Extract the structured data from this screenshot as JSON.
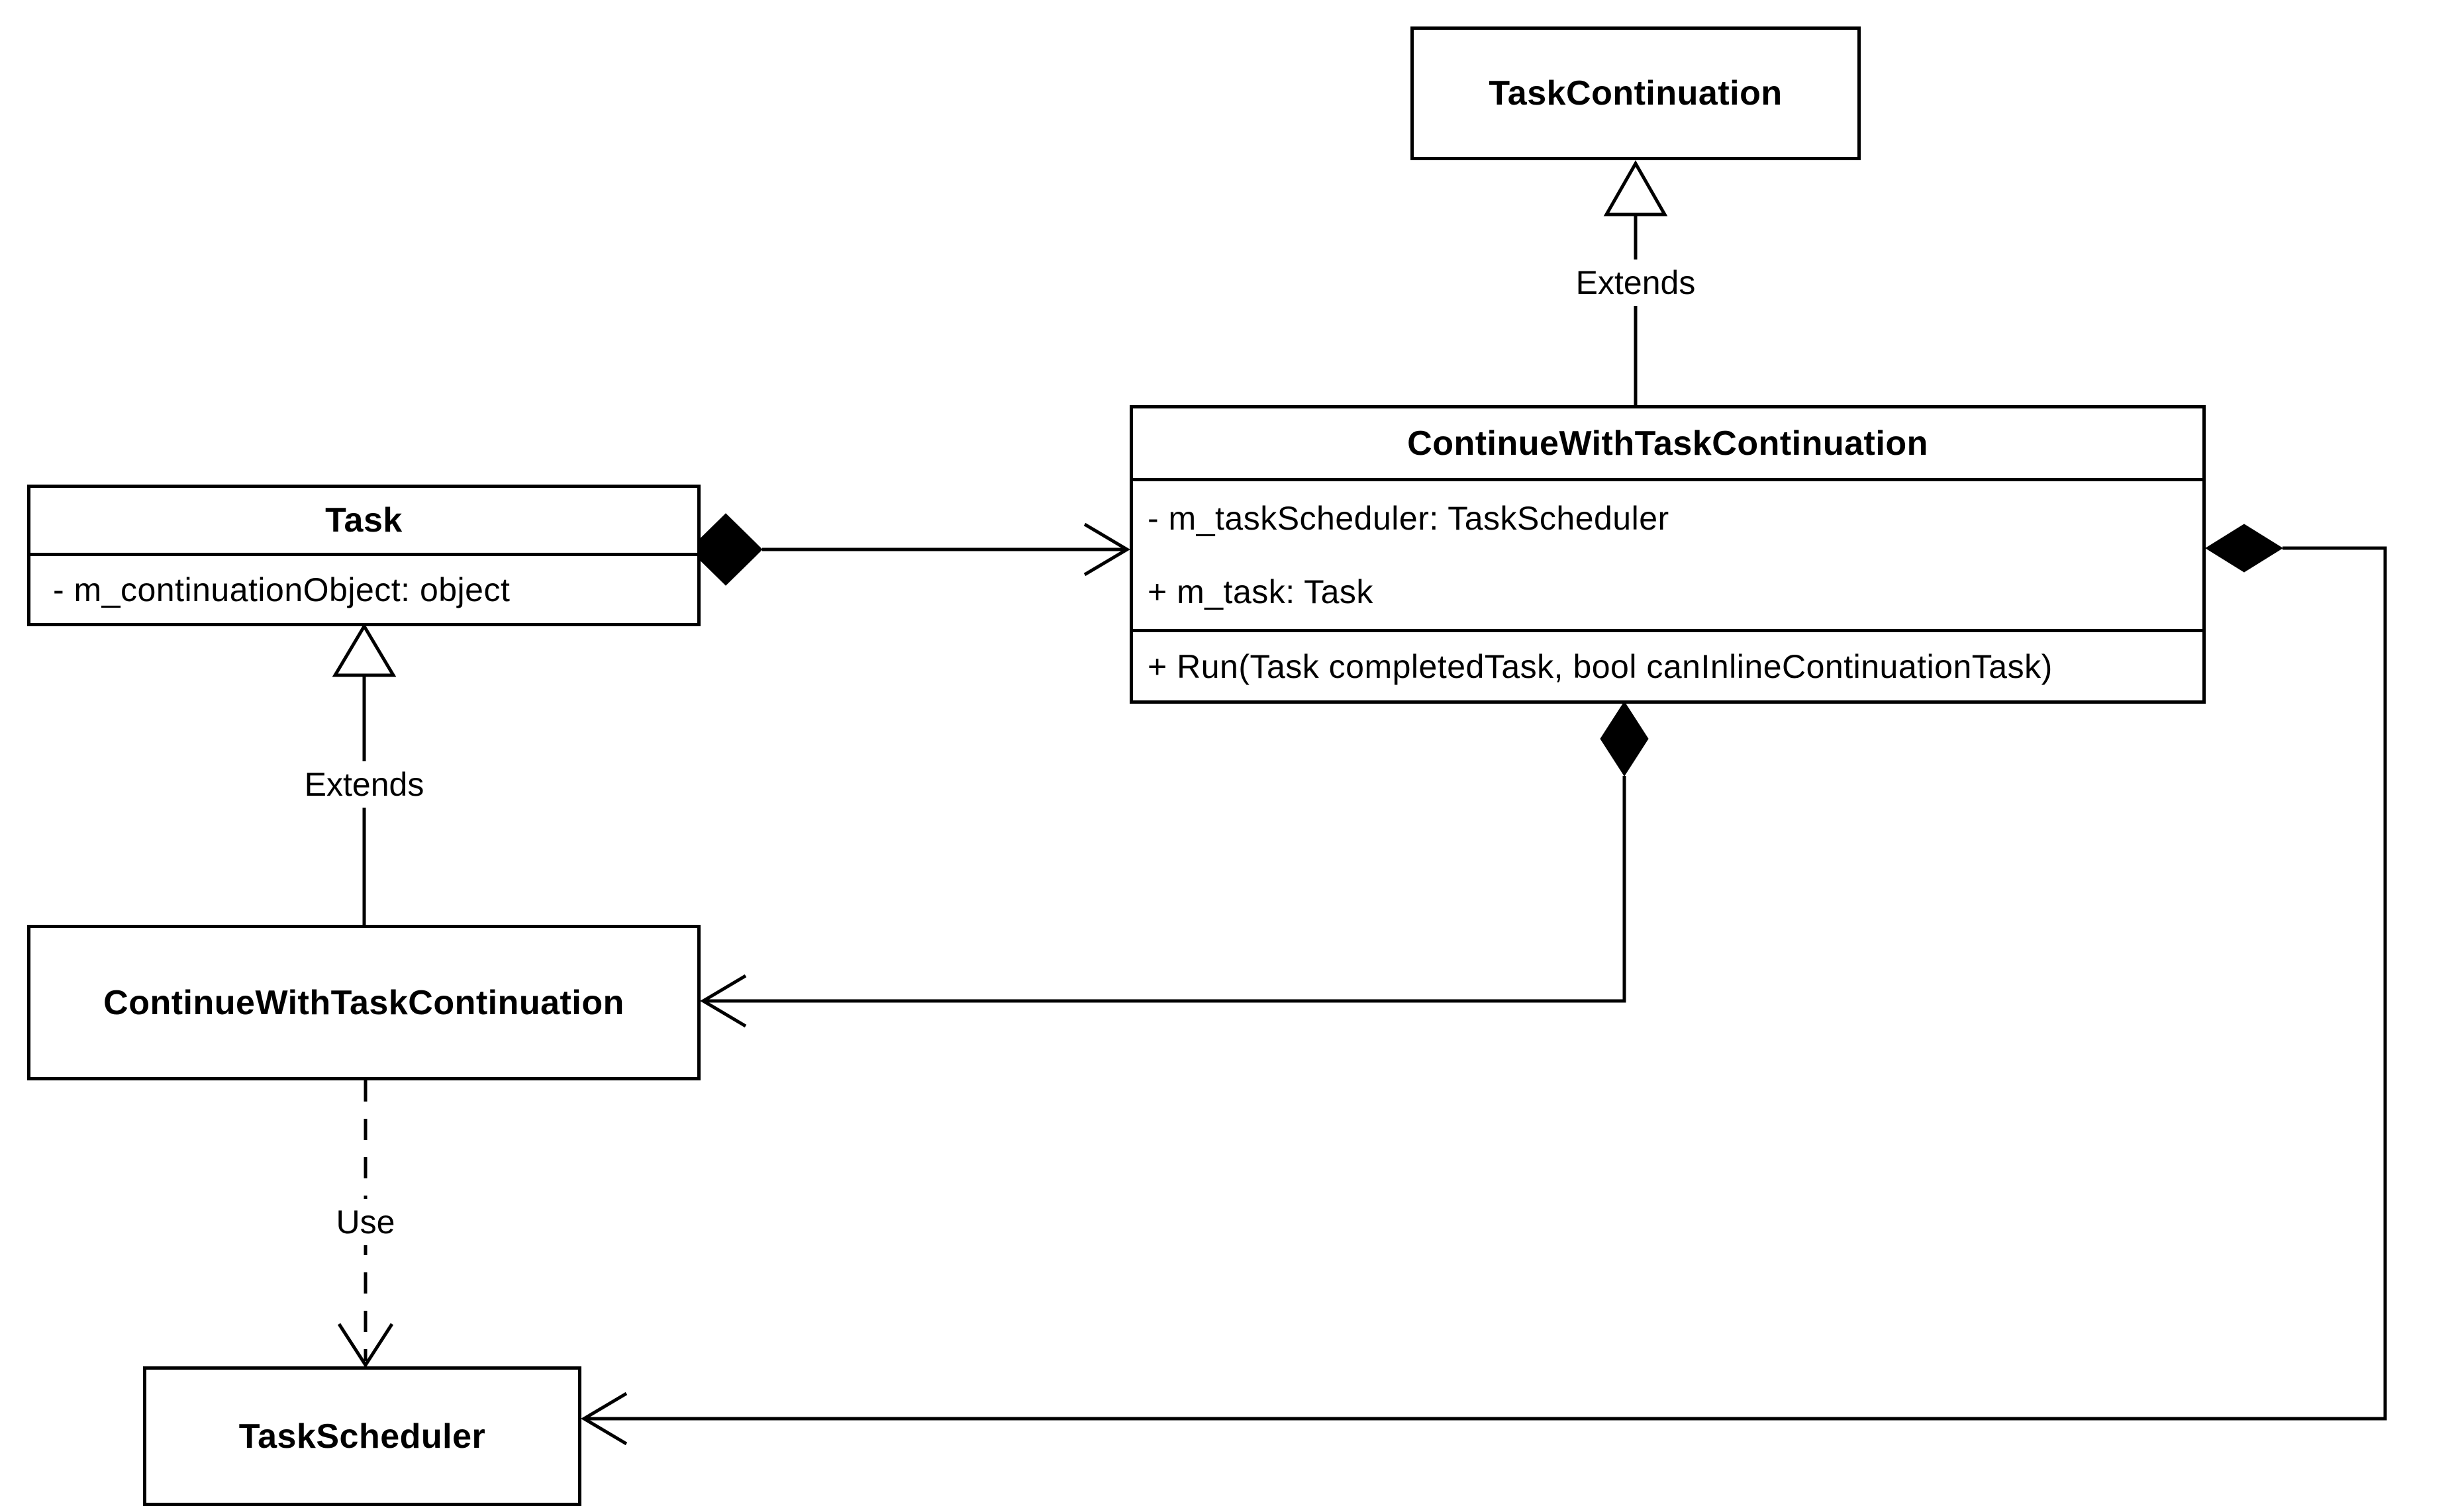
{
  "classes": {
    "task_continuation": {
      "name": "TaskContinuation",
      "attributes": [],
      "methods": []
    },
    "cwt_right": {
      "name": "ContinueWithTaskContinuation",
      "attributes": [
        "- m_taskScheduler: TaskScheduler",
        "+ m_task: Task"
      ],
      "methods": [
        "+ Run(Task completedTask, bool canInlineContinuationTask)"
      ]
    },
    "task": {
      "name": "Task",
      "attributes": [
        "- m_continuationObject: object"
      ],
      "methods": []
    },
    "cwt_left": {
      "name": "ContinueWithTaskContinuation",
      "attributes": [],
      "methods": []
    },
    "task_scheduler": {
      "name": "TaskScheduler",
      "attributes": [],
      "methods": []
    }
  },
  "relations": {
    "extends_top": {
      "type": "generalization",
      "from": "ContinueWithTaskContinuation",
      "to": "TaskContinuation",
      "label": "Extends"
    },
    "extends_left": {
      "type": "generalization",
      "from": "ContinueWithTaskContinuation (left)",
      "to": "Task",
      "label": "Extends"
    },
    "use": {
      "type": "dependency-dashed",
      "from": "ContinueWithTaskContinuation (left)",
      "to": "TaskScheduler",
      "label": "Use"
    },
    "task_owns_cwt": {
      "type": "composition-arrow",
      "from": "Task",
      "to": "ContinueWithTaskContinuation",
      "label": ""
    },
    "cwt_owns_cwt_left": {
      "type": "composition-arrow",
      "from": "ContinueWithTaskContinuation",
      "to": "ContinueWithTaskContinuation (left)",
      "label": ""
    },
    "cwt_owns_scheduler": {
      "type": "composition-arrow",
      "from": "ContinueWithTaskContinuation",
      "to": "TaskScheduler",
      "label": ""
    }
  },
  "colors": {
    "stroke": "#000000",
    "background": "#ffffff"
  }
}
